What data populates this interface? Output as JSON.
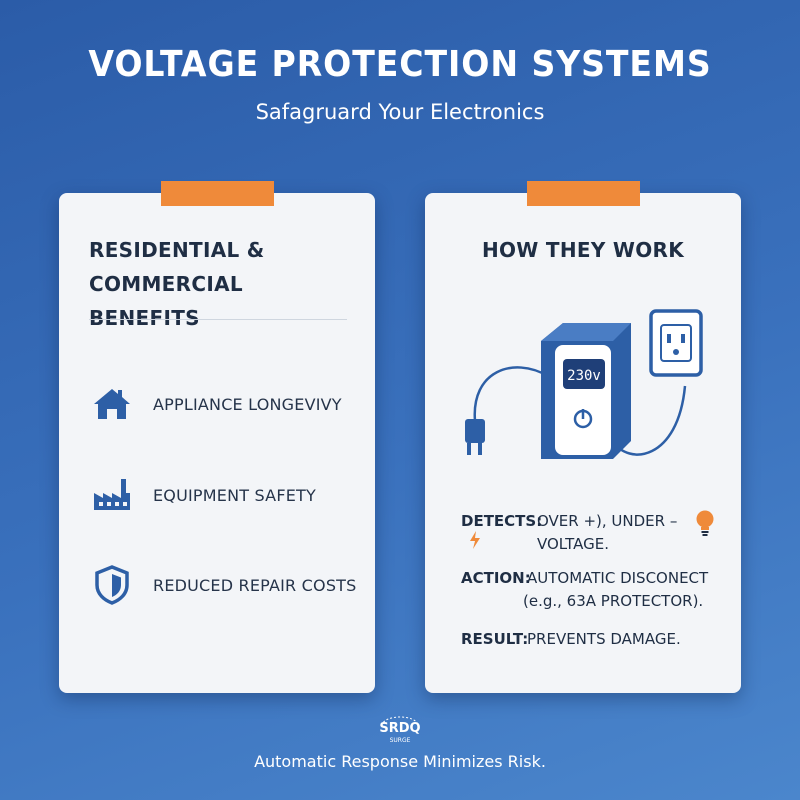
{
  "header": {
    "title": "VOLTAGE PROTECTION SYSTEMS",
    "subtitle": "Safagruard Your Electronics"
  },
  "left_card": {
    "title_line1": "RESIDENTIAL & COMMERCIAL",
    "title_line2": "BENEFITS",
    "items": [
      {
        "label": "APPLIANCE LONGEVIVY",
        "icon": "house-icon"
      },
      {
        "label": "EQUIPMENT SAFETY",
        "icon": "factory-icon"
      },
      {
        "label": "REDUCED REPAIR COSTS",
        "icon": "shield-icon"
      }
    ]
  },
  "right_card": {
    "title": "HOW THEY WORK",
    "device_display": "230v",
    "rows": {
      "detects_key": "DETECTS:",
      "detects_line1": "OVER +), UNDER –",
      "detects_line2": "VOLTAGE.",
      "action_key": "ACTION:",
      "action_line1": "AUTOMATIC DISCONECT",
      "action_line2": "(e.g., 63A PROTECTOR).",
      "result_key": "RESULT:",
      "result_value": "PREVENTS DAMAGE."
    }
  },
  "logo": {
    "text": "SRDQ",
    "subtext": "SURGE"
  },
  "footer": {
    "text": "Automatic Response Minimizes Risk."
  },
  "colors": {
    "background": "#3a71bd",
    "accent_orange": "#ef8a3a",
    "icon_blue": "#2d5fa6",
    "text_dark": "#1f2e44",
    "card": "#f3f5f8"
  }
}
